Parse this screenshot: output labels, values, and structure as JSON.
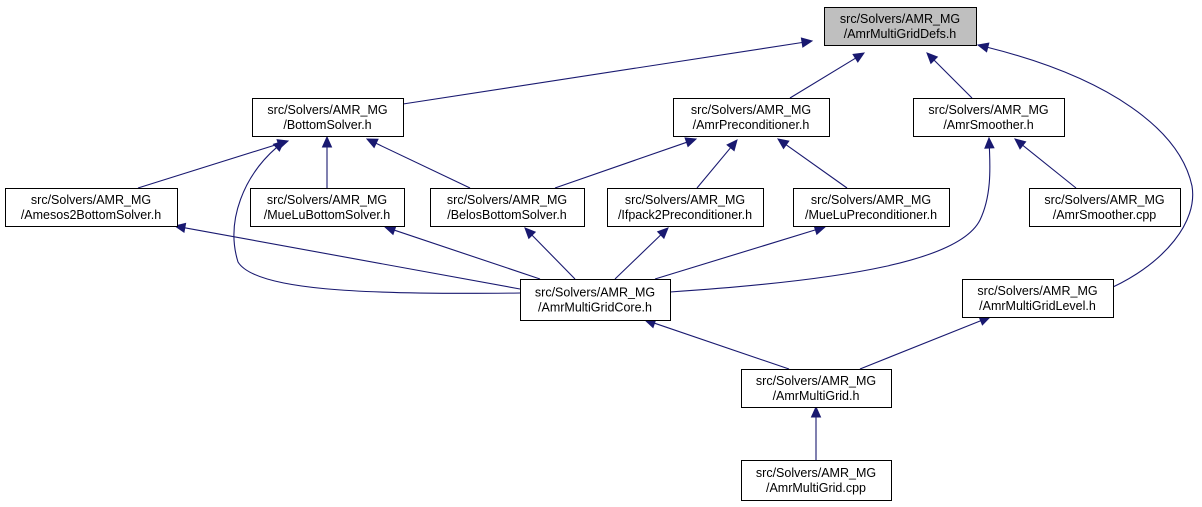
{
  "graph": {
    "colors": {
      "edge": "#191970",
      "node_fill": "#ffffff",
      "node_fill_highlight": "#bfbfbf",
      "node_border": "#000000"
    },
    "nodes": [
      {
        "id": "defs",
        "line1": "src/Solvers/AMR_MG",
        "line2": "/AmrMultiGridDefs.h",
        "highlight": true
      },
      {
        "id": "bottom",
        "line1": "src/Solvers/AMR_MG",
        "line2": "/BottomSolver.h"
      },
      {
        "id": "precond",
        "line1": "src/Solvers/AMR_MG",
        "line2": "/AmrPreconditioner.h"
      },
      {
        "id": "smooth",
        "line1": "src/Solvers/AMR_MG",
        "line2": "/AmrSmoother.h"
      },
      {
        "id": "amesos",
        "line1": "src/Solvers/AMR_MG",
        "line2": "/Amesos2BottomSolver.h"
      },
      {
        "id": "muelub",
        "line1": "src/Solvers/AMR_MG",
        "line2": "/MueLuBottomSolver.h"
      },
      {
        "id": "belos",
        "line1": "src/Solvers/AMR_MG",
        "line2": "/BelosBottomSolver.h"
      },
      {
        "id": "ifpack",
        "line1": "src/Solvers/AMR_MG",
        "line2": "/Ifpack2Preconditioner.h"
      },
      {
        "id": "muelup",
        "line1": "src/Solvers/AMR_MG",
        "line2": "/MueLuPreconditioner.h"
      },
      {
        "id": "smoothcpp",
        "line1": "src/Solvers/AMR_MG",
        "line2": "/AmrSmoother.cpp"
      },
      {
        "id": "core",
        "line1": "src/Solvers/AMR_MG",
        "line2": "/AmrMultiGridCore.h"
      },
      {
        "id": "level",
        "line1": "src/Solvers/AMR_MG",
        "line2": "/AmrMultiGridLevel.h"
      },
      {
        "id": "mg",
        "line1": "src/Solvers/AMR_MG",
        "line2": "/AmrMultiGrid.h"
      },
      {
        "id": "mgcpp",
        "line1": "src/Solvers/AMR_MG",
        "line2": "/AmrMultiGrid.cpp"
      }
    ],
    "edges": [
      {
        "from": "bottom",
        "to": "defs"
      },
      {
        "from": "precond",
        "to": "defs"
      },
      {
        "from": "smooth",
        "to": "defs"
      },
      {
        "from": "level",
        "to": "defs"
      },
      {
        "from": "amesos",
        "to": "bottom"
      },
      {
        "from": "core",
        "to": "bottom"
      },
      {
        "from": "muelub",
        "to": "bottom"
      },
      {
        "from": "belos",
        "to": "bottom"
      },
      {
        "from": "belos",
        "to": "precond"
      },
      {
        "from": "ifpack",
        "to": "precond"
      },
      {
        "from": "muelup",
        "to": "precond"
      },
      {
        "from": "core",
        "to": "smooth"
      },
      {
        "from": "smoothcpp",
        "to": "smooth"
      },
      {
        "from": "core",
        "to": "amesos"
      },
      {
        "from": "core",
        "to": "muelub"
      },
      {
        "from": "core",
        "to": "belos"
      },
      {
        "from": "core",
        "to": "ifpack"
      },
      {
        "from": "core",
        "to": "muelup"
      },
      {
        "from": "mg",
        "to": "core"
      },
      {
        "from": "mg",
        "to": "level"
      },
      {
        "from": "mgcpp",
        "to": "mg"
      }
    ]
  }
}
